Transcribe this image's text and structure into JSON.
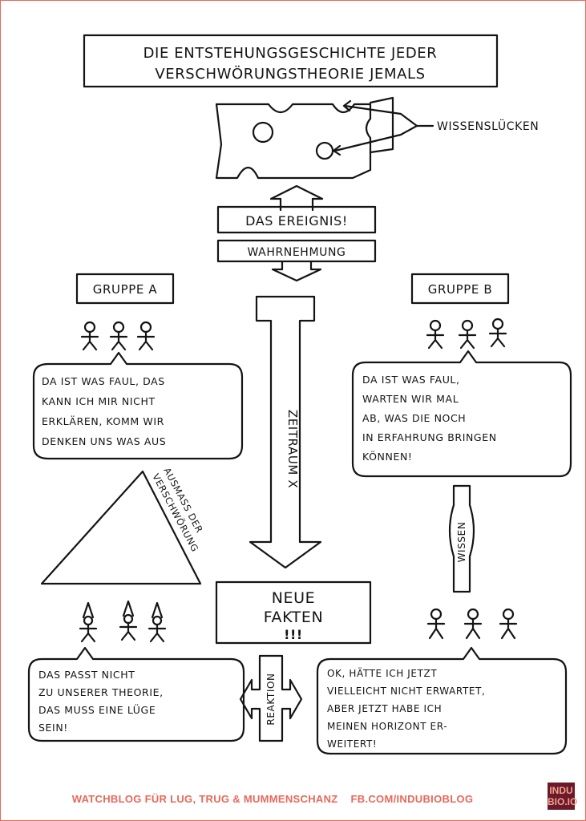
{
  "title": {
    "line1": "DIE ENTSTEHUNGSGESCHICHTE JEDER",
    "line2": "VERSCHWÖRUNGSTHEORIE JEMALS"
  },
  "wissensluecken_label": "WISSENSLÜCKEN",
  "event_label": "DAS EREIGNIS!",
  "perception_label": "WAHRNEHMUNG",
  "group_a": {
    "label": "GRUPPE A",
    "thought": [
      "DA IST WAS FAUL, DAS",
      "KANN ICH MIR NICHT",
      "ERKLÄREN, KOMM WIR",
      "DENKEN UNS WAS AUS"
    ],
    "reply": [
      "DAS PASST NICHT",
      "ZU UNSERER THEORIE,",
      "DAS MUSS EINE LÜGE",
      "SEIN!"
    ]
  },
  "group_b": {
    "label": "GRUPPE B",
    "thought": [
      "DA IST WAS FAUL,",
      "WARTEN WIR MAL",
      "AB, WAS DIE NOCH",
      "IN ERFAHRUNG BRINGEN",
      "KÖNNEN!"
    ],
    "reply": [
      "OK, HÄTTE ICH JETZT",
      "VIELLEICHT NICHT ERWARTET,",
      "ABER JETZT HABE ICH",
      "MEINEN HORIZONT ER-",
      "WEITERT!"
    ]
  },
  "timespan_label": "ZEITRAUM X",
  "triangle_label": [
    "AUSMASS DER",
    "VERSCHWÖRUNG"
  ],
  "knowledge_label": "WISSEN",
  "new_facts": {
    "line1": "NEUE",
    "line2": "FAKTEN",
    "marks": "!!!"
  },
  "reaction_label": "REAKTION",
  "footer": {
    "left": "WATCHBLOG FÜR LUG, TRUG & MUMMENSCHANZ",
    "right": "FB.COM/INDUBIOBLOG"
  },
  "brand": {
    "line1": "INDU",
    "line2": "BIO.IO"
  },
  "colors": {
    "accent": "#e8685a",
    "ink": "#141414",
    "brand_bg": "#6b1a2a",
    "brand_text": "#f2a08e"
  }
}
